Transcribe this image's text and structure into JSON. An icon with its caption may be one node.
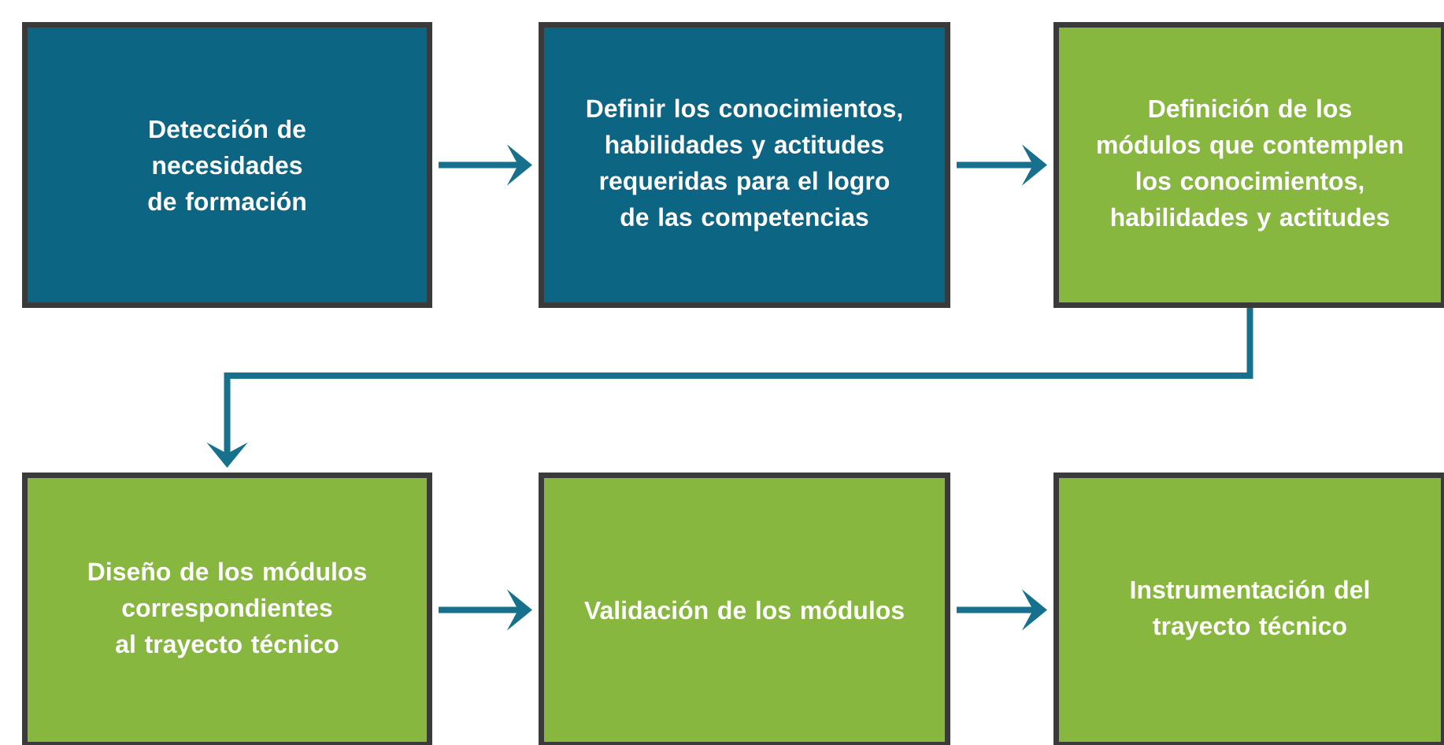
{
  "diagram": {
    "nodes": [
      {
        "text": [
          "Detección de necesidades de formación"
        ]
      },
      {
        "text": [
          "Definir los conocimientos, habilidades y actitudes requeridas para el logro de las competencias"
        ]
      },
      {
        "text": [
          "Definición de los módulos que contemplen los conocimientos, habilidades y actitudes"
        ]
      },
      {
        "text": [
          "Diseño de los módulos correspondientes al trayecto técnico"
        ]
      },
      {
        "text": [
          "Validación de los módulos"
        ]
      },
      {
        "text": [
          "Instrumentación del trayecto técnico"
        ]
      }
    ],
    "edges": [
      {
        "from": 0,
        "to": 1,
        "arrow": "to"
      },
      {
        "from": 1,
        "to": 2,
        "arrow": "to"
      },
      {
        "from": 2,
        "to": 3,
        "arrow": "to"
      },
      {
        "from": 3,
        "to": 4,
        "arrow": "to"
      },
      {
        "from": 4,
        "to": 5,
        "arrow": "to"
      }
    ]
  }
}
